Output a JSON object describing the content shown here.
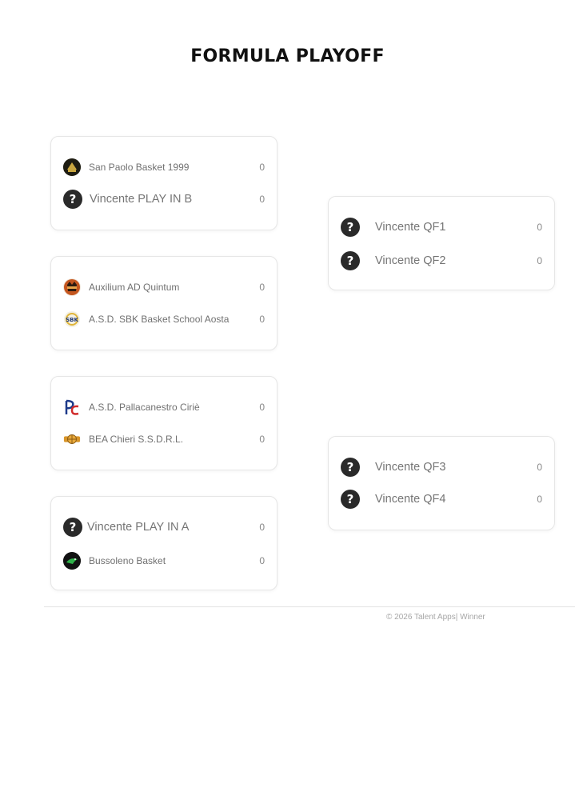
{
  "page": {
    "title": "FORMULA PLAYOFF"
  },
  "quarterfinals": [
    {
      "teams": [
        {
          "name": "San Paolo Basket 1999",
          "score": "0",
          "logo": "san-paolo-logo"
        },
        {
          "name": "Vincente PLAY IN B",
          "score": "0",
          "logo": "question-icon"
        }
      ]
    },
    {
      "teams": [
        {
          "name": "Auxilium AD Quintum",
          "score": "0",
          "logo": "auxilium-logo"
        },
        {
          "name": "A.S.D. SBK Basket School Aosta",
          "score": "0",
          "logo": "sbk-logo"
        }
      ]
    },
    {
      "teams": [
        {
          "name": "A.S.D. Pallacanestro Ciriè",
          "score": "0",
          "logo": "pallacanestro-cirie-logo"
        },
        {
          "name": "BEA Chieri S.S.D.R.L.",
          "score": "0",
          "logo": "bea-chieri-logo"
        }
      ]
    },
    {
      "teams": [
        {
          "name": "Vincente PLAY IN A",
          "score": "0",
          "logo": "question-icon"
        },
        {
          "name": "Bussoleno Basket",
          "score": "0",
          "logo": "bussoleno-logo"
        }
      ]
    }
  ],
  "semifinals": [
    {
      "teams": [
        {
          "name": "Vincente  QF1",
          "score": "0",
          "logo": "question-icon"
        },
        {
          "name": "Vincente  QF2",
          "score": "0",
          "logo": "question-icon"
        }
      ]
    },
    {
      "teams": [
        {
          "name": "Vincente  QF3",
          "score": "0",
          "logo": "question-icon"
        },
        {
          "name": "Vincente  QF4",
          "score": "0",
          "logo": "question-icon"
        }
      ]
    }
  ],
  "footer": {
    "copyright": "© 2026 Talent Apps| Winner"
  },
  "colors": {
    "card_border": "#e6e6e6",
    "question_icon_bg": "#2a2a2a",
    "text_muted": "#757575"
  }
}
